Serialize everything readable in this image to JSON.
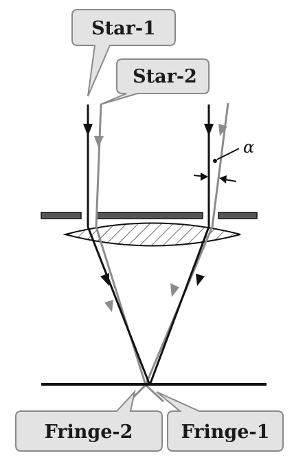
{
  "callouts": {
    "star1": "Star-1",
    "star2": "Star-2",
    "fringe2": "Fringe-2",
    "fringe1": "Fringe-1"
  },
  "angle_symbol": "α",
  "colors": {
    "callout_fill": "#e3e3e3",
    "callout_stroke": "#8a8a8a",
    "star1_ray": "#111111",
    "star2_ray": "#8c8c8c",
    "lens_hatch": "#333333",
    "background": "#ffffff"
  }
}
